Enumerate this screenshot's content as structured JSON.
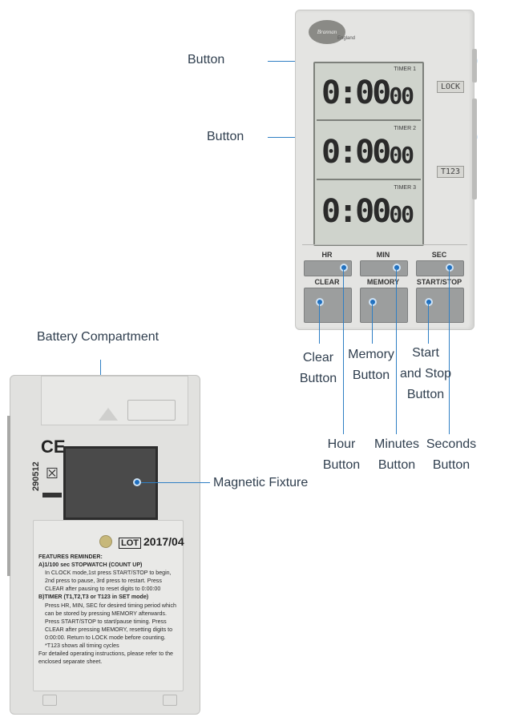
{
  "callouts": {
    "button_top": "Button",
    "button_mid": "Button",
    "clear": "Clear\nButton",
    "memory": "Memory\nButton",
    "start_stop": "Start\nand Stop\nButton",
    "hour": "Hour\nButton",
    "minutes": "Minutes\nButton",
    "seconds": "Seconds\nButton",
    "battery": "Battery Compartment",
    "magnetic": "Magnetic Fixture"
  },
  "front_timer": {
    "brand": "Brannan",
    "brand_sub": "England",
    "timers": [
      {
        "label": "TIMER 1",
        "main": "0:00",
        "secs": "00"
      },
      {
        "label": "TIMER 2",
        "main": "0:00",
        "secs": "00"
      },
      {
        "label": "TIMER 3",
        "main": "0:00",
        "secs": "00"
      }
    ],
    "lock_label": "LOCK",
    "t123_label": "T123",
    "top_keys": [
      "HR",
      "MIN",
      "SEC"
    ],
    "bottom_keys": [
      "CLEAR",
      "MEMORY",
      "START/STOP"
    ]
  },
  "back_timer": {
    "ce_mark": "CE",
    "serial": "290512",
    "lot_label": "LOT",
    "lot_value": "2017/04",
    "reminder_title": "FEATURES REMINDER:",
    "section_a_title": "A)1/100 sec STOPWATCH (COUNT UP)",
    "section_a_text": "In CLOCK mode,1st press START/STOP to begin, 2nd press to pause, 3rd press to restart. Press CLEAR after pausing to reset digits to 0:00:00",
    "section_b_title": "B)TIMER (T1,T2,T3 or T123 in SET mode)",
    "section_b_text": "Press HR, MIN, SEC for desired timing period which can be stored by pressing MEMORY afterwards. Press START/STOP to start/pause timing. Press CLEAR after pressing MEMORY, resetting digits to 0:00:00. Return to LOCK mode before counting.",
    "t123_note": "*T123 shows all timing cycles",
    "footer_note": "For detailed operating instructions, please refer to the enclosed separate sheet."
  }
}
